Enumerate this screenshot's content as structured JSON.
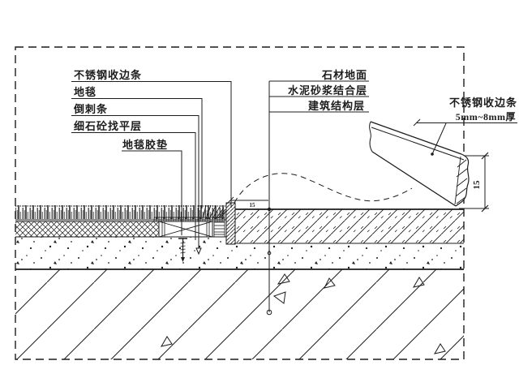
{
  "callouts": {
    "left": [
      "不锈钢收边条",
      "地毯",
      "倒刺条",
      "细石砼找平层",
      "地毯胶垫"
    ],
    "right": [
      "石材地面",
      "水泥砂浆结合层",
      "建筑结构层"
    ],
    "detail": {
      "name": "不锈钢收边条",
      "spec": "5mm~8mm厚"
    }
  },
  "dimensions": {
    "detail_height": "15",
    "plan_gap": "15"
  },
  "colors": {
    "ink": "#1c1c1c",
    "paper": "#ffffff"
  }
}
